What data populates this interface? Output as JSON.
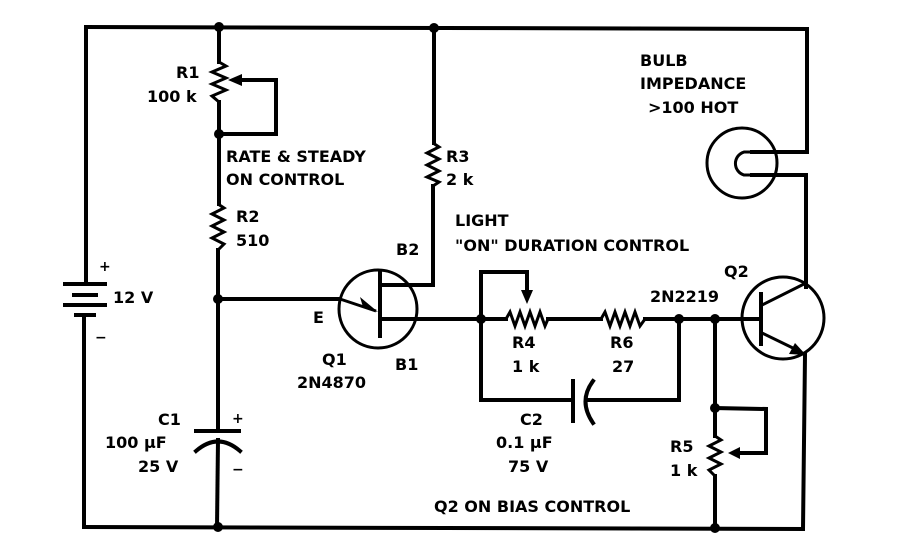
{
  "diagram": {
    "type": "circuit-schematic",
    "title": "",
    "components": {
      "battery": {
        "label": "12 V",
        "plus": "+",
        "minus": "−"
      },
      "r1": {
        "name": "R1",
        "value": "100 k",
        "kind": "potentiometer"
      },
      "r2": {
        "name": "R2",
        "value": "510",
        "kind": "resistor"
      },
      "r3": {
        "name": "R3",
        "value": "2 k",
        "kind": "resistor"
      },
      "r4": {
        "name": "R4",
        "value": "1 k",
        "kind": "potentiometer"
      },
      "r5": {
        "name": "R5",
        "value": "1 k",
        "kind": "potentiometer"
      },
      "r6": {
        "name": "R6",
        "value": "27",
        "kind": "resistor"
      },
      "c1": {
        "name": "C1",
        "value": "100 µF",
        "rating": "25 V",
        "plus": "+",
        "minus": "−",
        "kind": "electrolytic-capacitor"
      },
      "c2": {
        "name": "C2",
        "value": "0.1 µF",
        "rating": "75 V",
        "kind": "capacitor"
      },
      "q1": {
        "name": "Q1",
        "part": "2N4870",
        "kind": "UJT",
        "pin_e": "E",
        "pin_b1": "B1",
        "pin_b2": "B2"
      },
      "q2": {
        "name": "Q2",
        "part": "2N2219",
        "kind": "NPN transistor"
      },
      "bulb": {
        "line1": "BULB",
        "line2": "IMPEDANCE",
        "line3": ">100 HOT",
        "kind": "lamp"
      }
    },
    "annotations": {
      "rate_control_line1": "RATE & STEADY",
      "rate_control_line2": "ON CONTROL",
      "duration_line1": "LIGHT",
      "duration_line2": "\"ON\" DURATION CONTROL",
      "bias_control": "Q2 ON BIAS CONTROL"
    }
  }
}
